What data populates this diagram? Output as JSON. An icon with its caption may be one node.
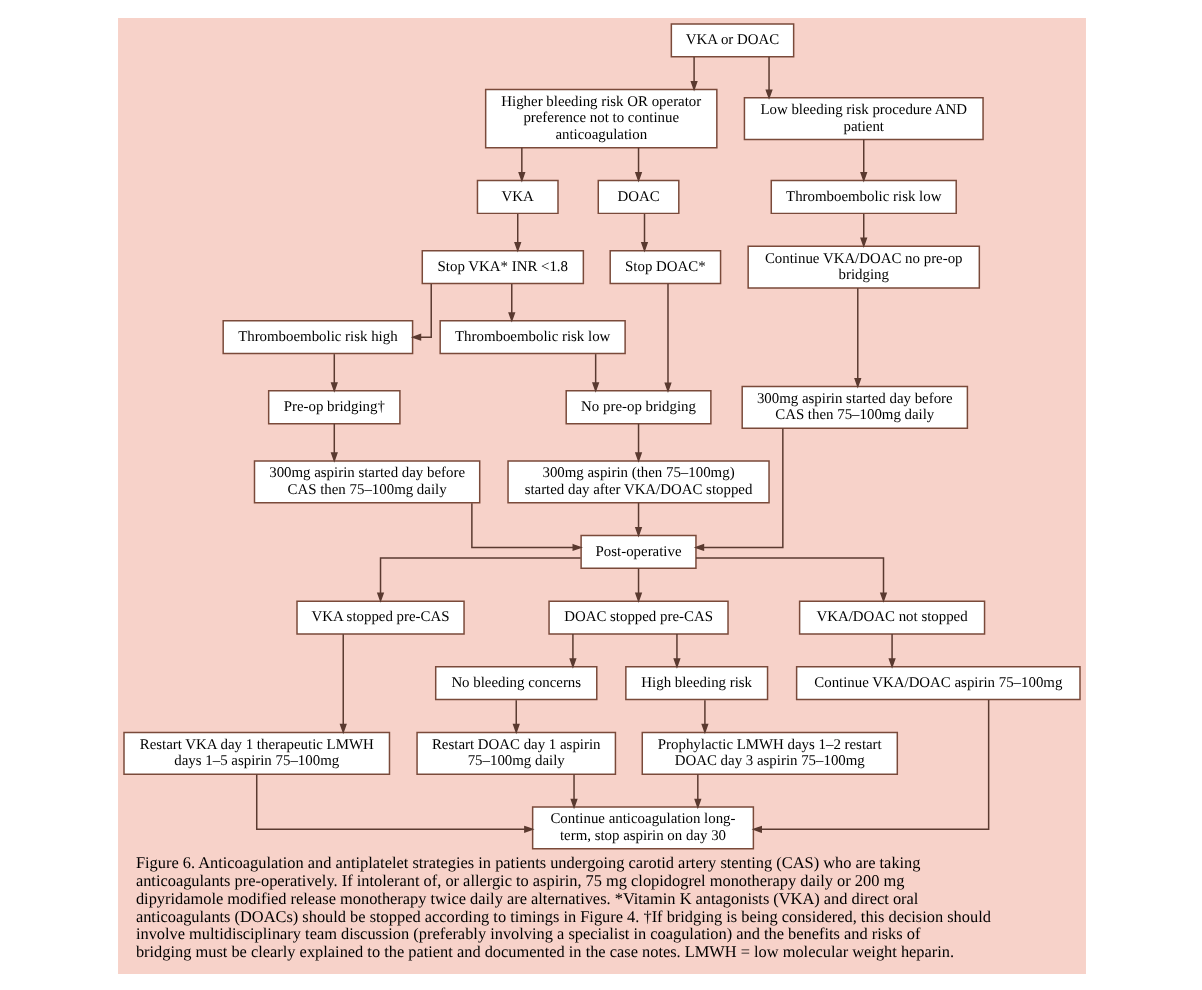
{
  "diagram": {
    "caption": "Figure 6. Anticoagulation and antiplatelet strategies in patients undergoing carotid artery stenting (CAS) who are taking anticoagulants pre-operatively. If intolerant of, or allergic to aspirin, 75 mg clopidogrel monotherapy daily or 200 mg dipyridamole modified release monotherapy twice daily are alternatives. *Vitamin K antagonists (VKA) and direct oral anticoagulants (DOACs) should be stopped according to timings in Figure 4. †If bridging is being considered, this decision should involve multidisciplinary team discussion (preferably involving a specialist in coagulation) and the benefits and risks of bridging must be clearly explained to the patient and documented in the case notes. LMWH = low molecular weight heparin.",
    "nodes": [
      {
        "text": [
          "VKA or DOAC"
        ]
      },
      {
        "text": [
          "Higher bleeding risk OR operator preference not to continue anticoagulation"
        ]
      },
      {
        "text": [
          "Low bleeding risk procedure AND patient"
        ]
      },
      {
        "text": [
          "VKA"
        ]
      },
      {
        "text": [
          "DOAC"
        ]
      },
      {
        "text": [
          "Stop VKA* INR <1.8"
        ]
      },
      {
        "text": [
          "Stop DOAC*"
        ]
      },
      {
        "text": [
          "Thromboembolic risk low"
        ]
      },
      {
        "text": [
          "Thromboembolic risk high"
        ]
      },
      {
        "text": [
          "Thromboembolic risk low"
        ]
      },
      {
        "text": [
          "Continue VKA/DOAC no pre-op bridging"
        ]
      },
      {
        "text": [
          "Pre-op bridging†"
        ]
      },
      {
        "text": [
          "No pre-op bridging"
        ]
      },
      {
        "text": [
          "300mg aspirin started day before CAS then 75–100mg daily"
        ]
      },
      {
        "text": [
          "300mg aspirin (then 75–100mg) started day after VKA/DOAC stopped"
        ]
      },
      {
        "text": [
          "300mg aspirin started day before CAS then 75–100mg daily"
        ]
      },
      {
        "text": [
          "Post-operative"
        ]
      },
      {
        "text": [
          "VKA stopped pre-CAS"
        ]
      },
      {
        "text": [
          "DOAC stopped pre-CAS"
        ]
      },
      {
        "text": [
          "VKA/DOAC not stopped"
        ]
      },
      {
        "text": [
          "No bleeding concerns"
        ]
      },
      {
        "text": [
          "High bleeding risk"
        ]
      },
      {
        "text": [
          "Restart VKA day 1 therapeutic LMWH days 1–5 aspirin 75–100mg"
        ]
      },
      {
        "text": [
          "Restart DOAC day 1 aspirin 75–100mg daily"
        ]
      },
      {
        "text": [
          "Prophylactic LMWH days 1–2 restart DOAC day 3 aspirin 75–100mg"
        ]
      },
      {
        "text": [
          "Continue VKA/DOAC aspirin 75–100mg"
        ]
      },
      {
        "text": [
          "Continue anticoagulation long-term, stop aspirin on day 30"
        ]
      }
    ],
    "edges": [
      {
        "from": 0,
        "to": 1,
        "arrow": "to"
      },
      {
        "from": 0,
        "to": 2,
        "arrow": "to"
      },
      {
        "from": 1,
        "to": 3,
        "arrow": "to"
      },
      {
        "from": 1,
        "to": 4,
        "arrow": "to"
      },
      {
        "from": 3,
        "to": 5,
        "arrow": "to"
      },
      {
        "from": 4,
        "to": 6,
        "arrow": "to"
      },
      {
        "from": 2,
        "to": 7,
        "arrow": "to"
      },
      {
        "from": 5,
        "to": 8,
        "arrow": "to"
      },
      {
        "from": 5,
        "to": 9,
        "arrow": "to"
      },
      {
        "from": 7,
        "to": 10,
        "arrow": "to"
      },
      {
        "from": 8,
        "to": 11,
        "arrow": "to"
      },
      {
        "from": 9,
        "to": 12,
        "arrow": "to"
      },
      {
        "from": 6,
        "to": 12,
        "arrow": "to"
      },
      {
        "from": 11,
        "to": 13,
        "arrow": "to"
      },
      {
        "from": 12,
        "to": 14,
        "arrow": "to"
      },
      {
        "from": 10,
        "to": 15,
        "arrow": "to"
      },
      {
        "from": 13,
        "to": 16,
        "arrow": "to"
      },
      {
        "from": 14,
        "to": 16,
        "arrow": "to"
      },
      {
        "from": 15,
        "to": 16,
        "arrow": "to"
      },
      {
        "from": 16,
        "to": 17,
        "arrow": "to"
      },
      {
        "from": 16,
        "to": 18,
        "arrow": "to"
      },
      {
        "from": 16,
        "to": 19,
        "arrow": "to"
      },
      {
        "from": 18,
        "to": 20,
        "arrow": "to"
      },
      {
        "from": 18,
        "to": 21,
        "arrow": "to"
      },
      {
        "from": 17,
        "to": 22,
        "arrow": "to"
      },
      {
        "from": 20,
        "to": 23,
        "arrow": "to"
      },
      {
        "from": 21,
        "to": 24,
        "arrow": "to"
      },
      {
        "from": 19,
        "to": 25,
        "arrow": "to"
      },
      {
        "from": 22,
        "to": 26,
        "arrow": "to"
      },
      {
        "from": 23,
        "to": 26,
        "arrow": "to"
      },
      {
        "from": 24,
        "to": 26,
        "arrow": "to"
      },
      {
        "from": 25,
        "to": 26,
        "arrow": "to"
      }
    ]
  }
}
